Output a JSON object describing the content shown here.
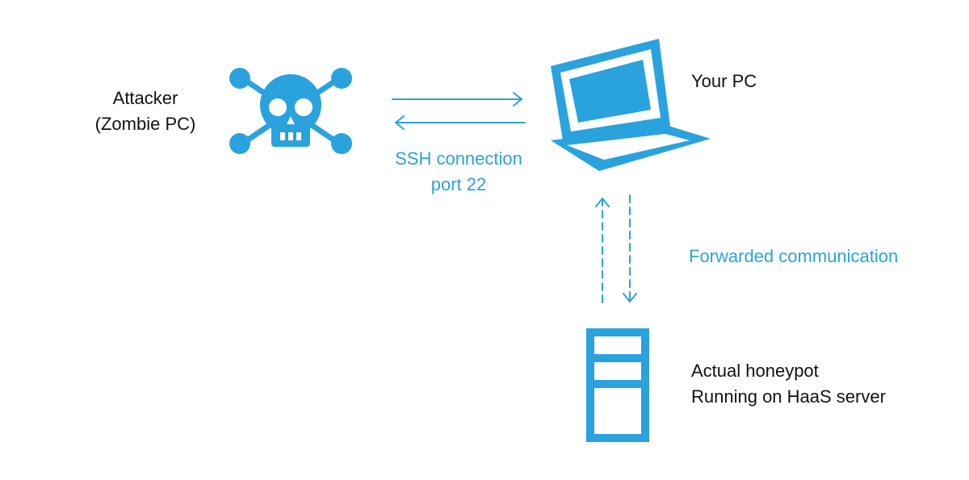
{
  "accent_color": "#2aa2de",
  "text_color": "#111111",
  "nodes": {
    "attacker": {
      "icon": "skull-crossbones-icon",
      "line1": "Attacker",
      "line2": "(Zombie PC)"
    },
    "your_pc": {
      "icon": "laptop-icon",
      "label": "Your PC"
    },
    "honeypot": {
      "icon": "server-icon",
      "line1": "Actual honeypot",
      "line2": "Running on HaaS server"
    }
  },
  "edges": {
    "ssh": {
      "line1": "SSH connection",
      "line2": "port 22",
      "style": "solid",
      "direction": "bidirectional"
    },
    "forwarded": {
      "label": "Forwarded communication",
      "style": "dashed",
      "direction": "bidirectional"
    }
  }
}
